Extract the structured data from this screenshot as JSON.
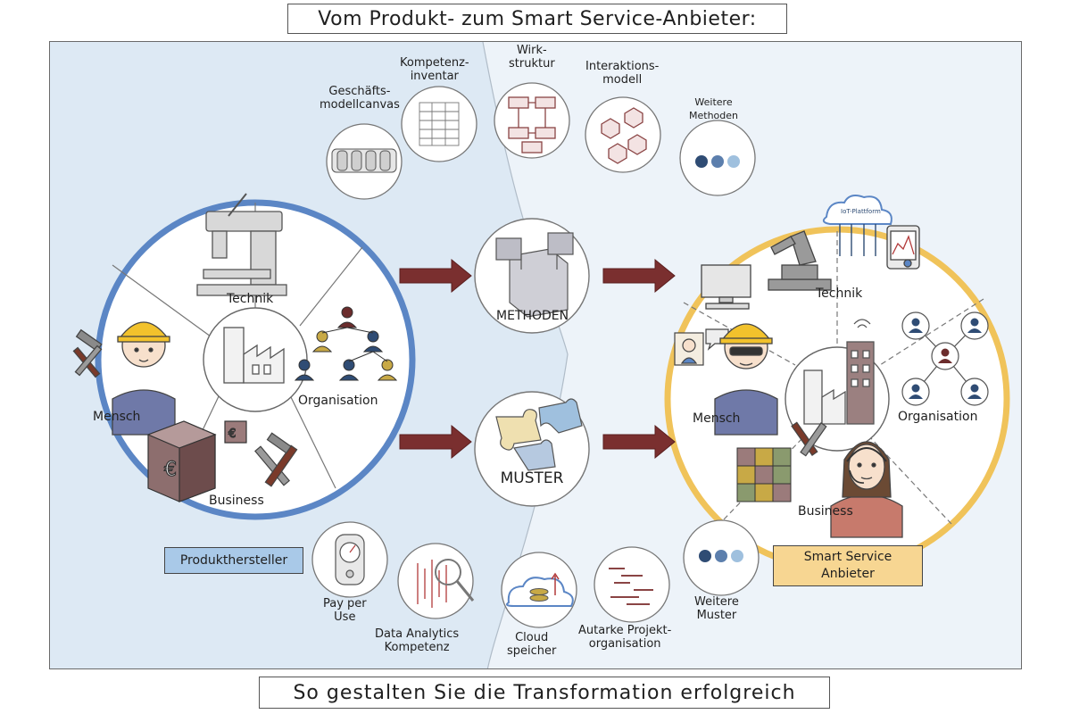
{
  "title": "Vom Produkt- zum Smart Service-Anbieter:",
  "footer": "So gestalten Sie die Transformation erfolgreich",
  "left_circle": {
    "segments": [
      "Technik",
      "Mensch",
      "Organisation",
      "Business"
    ],
    "tag": "Produkthersteller"
  },
  "right_circle": {
    "segments": [
      "Technik",
      "Mensch",
      "Organisation",
      "Business"
    ],
    "tag_line1": "Smart Service",
    "tag_line2": "Anbieter",
    "iot_label": "IoT-Plattform"
  },
  "center": {
    "methoden": "METHODEN",
    "muster": "MUSTER"
  },
  "methods": [
    {
      "line1": "Geschäfts-",
      "line2": "modellcanvas"
    },
    {
      "line1": "Kompetenz-",
      "line2": "inventar"
    },
    {
      "line1": "Wirk-",
      "line2": "struktur"
    },
    {
      "line1": "Interaktions-",
      "line2": "modell"
    },
    {
      "line1": "Weitere",
      "line2": "Methoden"
    }
  ],
  "patterns": [
    {
      "line1": "Pay per",
      "line2": "Use"
    },
    {
      "line1": "Data Analytics",
      "line2": "Kompetenz"
    },
    {
      "line1": "Cloud",
      "line2": "speicher"
    },
    {
      "line1": "Autarke Projekt-",
      "line2": "organisation"
    },
    {
      "line1": "Weitere",
      "line2": "Muster"
    }
  ],
  "colors": {
    "left_bg": "#dde9f4",
    "right_bg": "#edf3f9",
    "left_ring": "#5b86c5",
    "right_ring": "#f0c35a",
    "arrow": "#7a2f2f",
    "dot_dark": "#2f4c74",
    "dot_mid": "#5c7fad",
    "dot_light": "#9fc0de",
    "tag_left": "#a9c9e8",
    "tag_right": "#f7d692"
  }
}
